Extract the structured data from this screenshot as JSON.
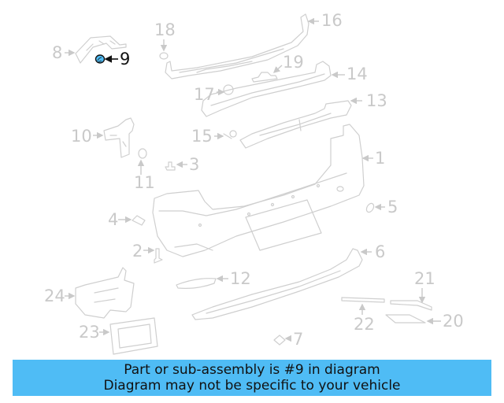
{
  "diagram": {
    "title": "Rear bumper assembly exploded parts diagram",
    "highlighted_part": "9",
    "highlight_color": "#4fbcf5",
    "line_color": "#cfcfcf",
    "label_color": "#c9c9c9",
    "highlight_label_color": "#111111",
    "callouts": [
      {
        "id": "1",
        "label": "1"
      },
      {
        "id": "2",
        "label": "2"
      },
      {
        "id": "3",
        "label": "3"
      },
      {
        "id": "4",
        "label": "4"
      },
      {
        "id": "5",
        "label": "5"
      },
      {
        "id": "6",
        "label": "6"
      },
      {
        "id": "7",
        "label": "7"
      },
      {
        "id": "8",
        "label": "8"
      },
      {
        "id": "9",
        "label": "9"
      },
      {
        "id": "10",
        "label": "10"
      },
      {
        "id": "11",
        "label": "11"
      },
      {
        "id": "12",
        "label": "12"
      },
      {
        "id": "13",
        "label": "13"
      },
      {
        "id": "14",
        "label": "14"
      },
      {
        "id": "15",
        "label": "15"
      },
      {
        "id": "16",
        "label": "16"
      },
      {
        "id": "17",
        "label": "17"
      },
      {
        "id": "18",
        "label": "18"
      },
      {
        "id": "19",
        "label": "19"
      },
      {
        "id": "20",
        "label": "20"
      },
      {
        "id": "21",
        "label": "21"
      },
      {
        "id": "22",
        "label": "22"
      },
      {
        "id": "23",
        "label": "23"
      },
      {
        "id": "24",
        "label": "24"
      }
    ]
  },
  "banner": {
    "background": "#4fbcf5",
    "line1": "Part or sub-assembly is #9 in diagram",
    "line2": "Diagram may not be specific to your vehicle"
  }
}
